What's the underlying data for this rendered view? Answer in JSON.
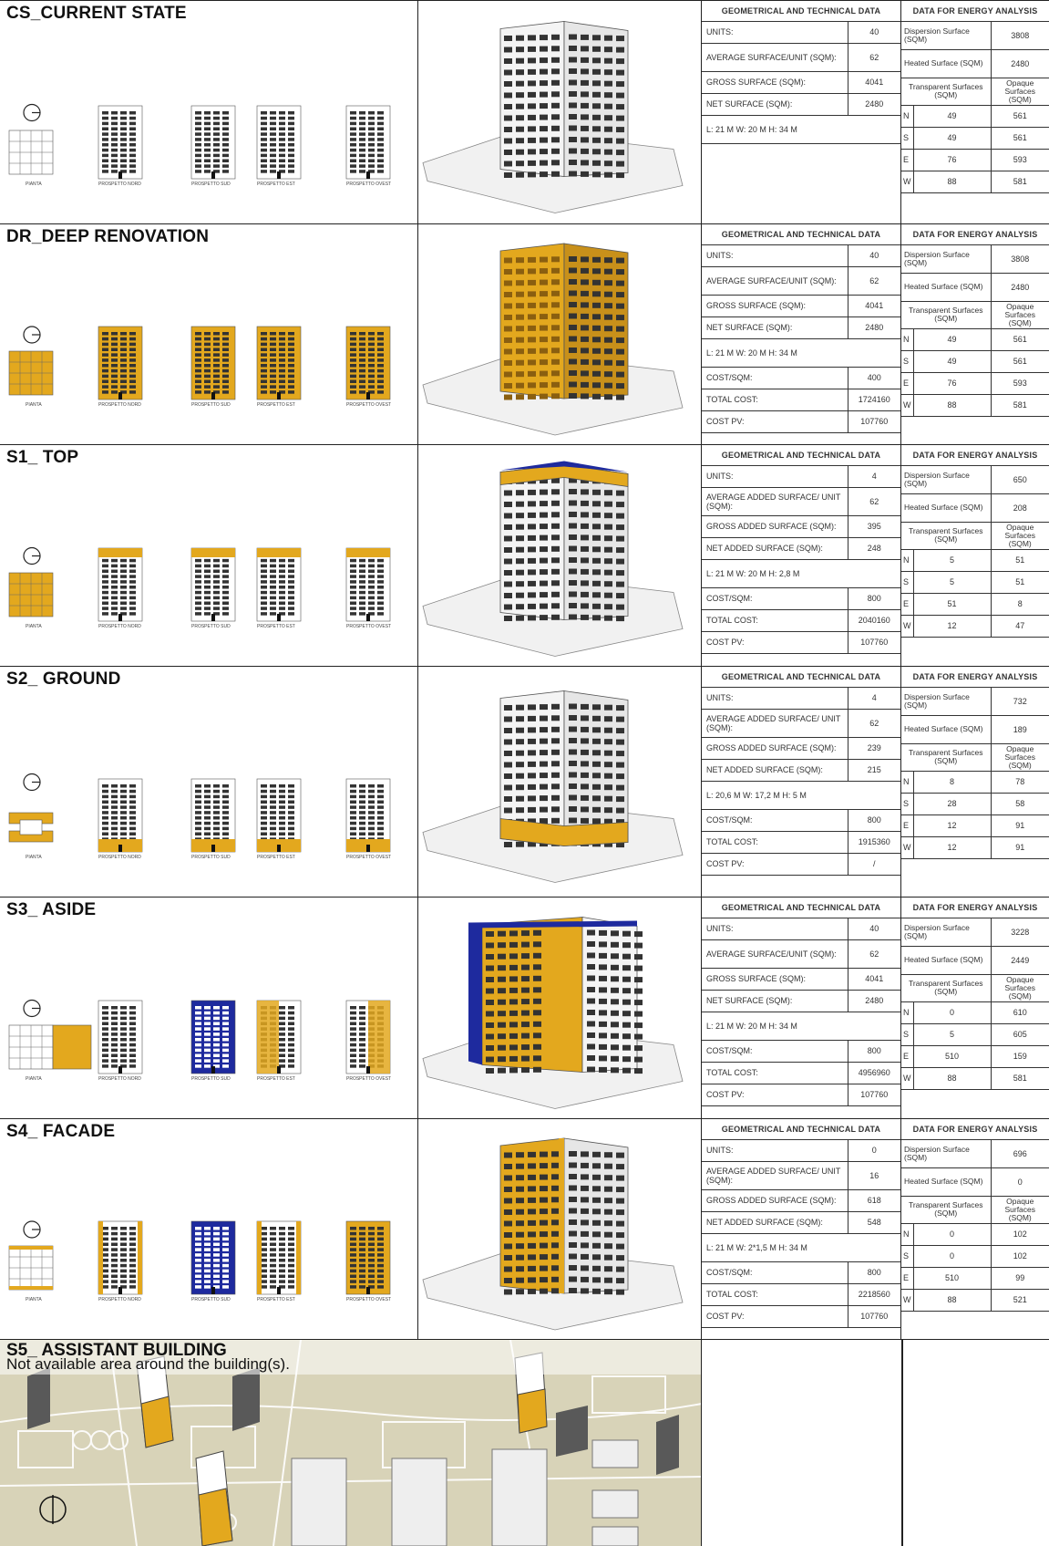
{
  "colors": {
    "accent": "#e3a81e",
    "blue": "#1e2a9e",
    "map_bg": "#d8d3b8"
  },
  "headers": {
    "geo": "GEOMETRICAL AND TECHNICAL DATA",
    "energy": "DATA FOR ENERGY ANALYSIS"
  },
  "drawing_labels": {
    "plan": "PIANTA",
    "north": "PROSPETTO NORD",
    "south": "PROSPETTO SUD",
    "east": "PROSPETTO EST",
    "west": "PROSPETTO OVEST"
  },
  "sections": [
    {
      "title": "CS_CURRENT STATE",
      "geo": [
        [
          "UNITS:",
          "40"
        ],
        [
          "AVERAGE SURFACE/UNIT (SQM):",
          "62"
        ],
        [
          "GROSS SURFACE (SQM):",
          "4041"
        ],
        [
          "NET SURFACE (SQM):",
          "2480"
        ],
        [
          "L: 21 M    W: 20 M    H: 34 M",
          ""
        ]
      ],
      "energy": {
        "dispersion_label": "Dispersion Surface (SQM)",
        "dispersion": "3808",
        "heated_label": "Heated Surface (SQM)",
        "heated": "2480",
        "transparent_label": "Transparent Surfaces (SQM)",
        "opaque_label": "Opaque Surfaces (SQM)",
        "rows": [
          [
            "N",
            "49",
            "561"
          ],
          [
            "S",
            "49",
            "561"
          ],
          [
            "E",
            "76",
            "593"
          ],
          [
            "W",
            "88",
            "581"
          ]
        ]
      }
    },
    {
      "title": "DR_DEEP RENOVATION",
      "geo": [
        [
          "UNITS:",
          "40"
        ],
        [
          "AVERAGE SURFACE/UNIT (SQM):",
          "62"
        ],
        [
          "GROSS SURFACE (SQM):",
          "4041"
        ],
        [
          "NET SURFACE (SQM):",
          "2480"
        ],
        [
          "L: 21 M    W: 20 M    H: 34 M",
          ""
        ],
        [
          "COST/SQM:",
          "400"
        ],
        [
          "TOTAL COST:",
          "1724160"
        ],
        [
          "COST PV:",
          "107760"
        ]
      ],
      "energy": {
        "dispersion_label": "Dispersion Surface (SQM)",
        "dispersion": "3808",
        "heated_label": "Heated Surface (SQM)",
        "heated": "2480",
        "transparent_label": "Transparent Surfaces (SQM)",
        "opaque_label": "Opaque Surfaces (SQM)",
        "rows": [
          [
            "N",
            "49",
            "561"
          ],
          [
            "S",
            "49",
            "561"
          ],
          [
            "E",
            "76",
            "593"
          ],
          [
            "W",
            "88",
            "581"
          ]
        ]
      }
    },
    {
      "title": "S1_ TOP",
      "geo": [
        [
          "UNITS:",
          "4"
        ],
        [
          "AVERAGE ADDED SURFACE/ UNIT (SQM):",
          "62"
        ],
        [
          "GROSS ADDED SURFACE (SQM):",
          "395"
        ],
        [
          "NET ADDED SURFACE (SQM):",
          "248"
        ],
        [
          "L: 21 M    W: 20 M    H: 2,8 M",
          ""
        ],
        [
          "COST/SQM:",
          "800"
        ],
        [
          "TOTAL COST:",
          "2040160"
        ],
        [
          "COST PV:",
          "107760"
        ]
      ],
      "energy": {
        "dispersion_label": "Dispersion Surface (SQM)",
        "dispersion": "650",
        "heated_label": "Heated Surface (SQM)",
        "heated": "208",
        "transparent_label": "Transparent Surfaces (SQM)",
        "opaque_label": "Opaque Surfaces (SQM)",
        "rows": [
          [
            "N",
            "5",
            "51"
          ],
          [
            "S",
            "5",
            "51"
          ],
          [
            "E",
            "51",
            "8"
          ],
          [
            "W",
            "12",
            "47"
          ]
        ]
      }
    },
    {
      "title": "S2_ GROUND",
      "geo": [
        [
          "UNITS:",
          "4"
        ],
        [
          "AVERAGE ADDED SURFACE/ UNIT (SQM):",
          "62"
        ],
        [
          "GROSS ADDED SURFACE (SQM):",
          "239"
        ],
        [
          "NET ADDED SURFACE (SQM):",
          "215"
        ],
        [
          "L: 20,6 M    W: 17,2 M    H: 5 M",
          ""
        ],
        [
          "COST/SQM:",
          "800"
        ],
        [
          "TOTAL COST:",
          "1915360"
        ],
        [
          "COST PV:",
          "/"
        ]
      ],
      "energy": {
        "dispersion_label": "Dispersion Surface (SQM)",
        "dispersion": "732",
        "heated_label": "Heated Surface (SQM)",
        "heated": "189",
        "transparent_label": "Transparent Surfaces (SQM)",
        "opaque_label": "Opaque Surfaces (SQM)",
        "rows": [
          [
            "N",
            "8",
            "78"
          ],
          [
            "S",
            "28",
            "58"
          ],
          [
            "E",
            "12",
            "91"
          ],
          [
            "W",
            "12",
            "91"
          ]
        ]
      }
    },
    {
      "title": "S3_ ASIDE",
      "geo": [
        [
          "UNITS:",
          "40"
        ],
        [
          "AVERAGE SURFACE/UNIT (SQM):",
          "62"
        ],
        [
          "GROSS SURFACE (SQM):",
          "4041"
        ],
        [
          "NET SURFACE (SQM):",
          "2480"
        ],
        [
          "L: 21 M    W: 20 M    H: 34 M",
          ""
        ],
        [
          "COST/SQM:",
          "800"
        ],
        [
          "TOTAL COST:",
          "4956960"
        ],
        [
          "COST PV:",
          "107760"
        ]
      ],
      "energy": {
        "dispersion_label": "Dispersion Surface (SQM)",
        "dispersion": "3228",
        "heated_label": "Heated Surface (SQM)",
        "heated": "2449",
        "transparent_label": "Transparent Surfaces (SQM)",
        "opaque_label": "Opaque Surfaces (SQM)",
        "rows": [
          [
            "N",
            "0",
            "610"
          ],
          [
            "S",
            "5",
            "605"
          ],
          [
            "E",
            "510",
            "159"
          ],
          [
            "W",
            "88",
            "581"
          ]
        ]
      }
    },
    {
      "title": "S4_ FACADE",
      "geo": [
        [
          "UNITS:",
          "0"
        ],
        [
          "AVERAGE ADDED SURFACE/ UNIT (SQM):",
          "16"
        ],
        [
          "GROSS ADDED SURFACE (SQM):",
          "618"
        ],
        [
          "NET ADDED SURFACE (SQM):",
          "548"
        ],
        [
          "L: 21 M    W: 2*1,5 M    H: 34 M",
          ""
        ],
        [
          "COST/SQM:",
          "800"
        ],
        [
          "TOTAL COST:",
          "2218560"
        ],
        [
          "COST PV:",
          "107760"
        ]
      ],
      "energy": {
        "dispersion_label": "Dispersion Surface (SQM)",
        "dispersion": "696",
        "heated_label": "Heated Surface (SQM)",
        "heated": "0",
        "transparent_label": "Transparent Surfaces (SQM)",
        "opaque_label": "Opaque Surfaces (SQM)",
        "rows": [
          [
            "N",
            "0",
            "102"
          ],
          [
            "S",
            "0",
            "102"
          ],
          [
            "E",
            "510",
            "99"
          ],
          [
            "W",
            "88",
            "521"
          ]
        ]
      }
    }
  ],
  "s5": {
    "title": "S5_ ASSISTANT BUILDING",
    "subtitle": "Not available area around the building(s)."
  }
}
